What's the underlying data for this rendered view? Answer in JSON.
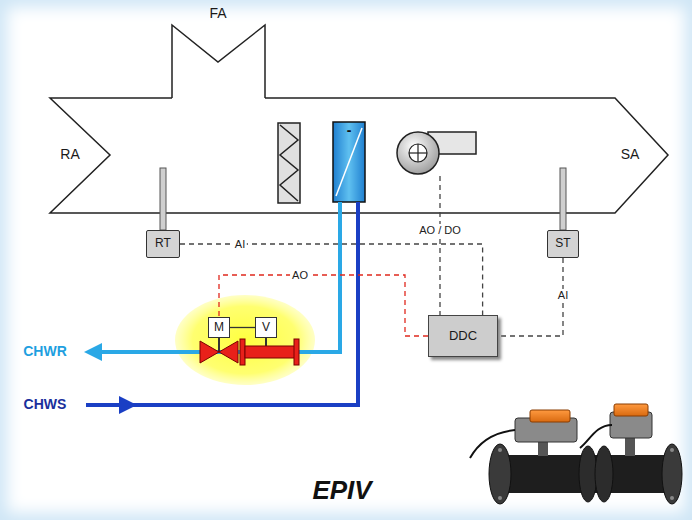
{
  "diagram": {
    "caption": "EPIV",
    "nodes": [
      {
        "text": [
          "RT"
        ]
      },
      {
        "text": [
          "ST"
        ]
      },
      {
        "text": [
          "M"
        ]
      },
      {
        "text": [
          "V"
        ]
      },
      {
        "text": [
          "DDC"
        ]
      }
    ],
    "edges": [
      {
        "from": 0,
        "to": 4,
        "arrow": "none",
        "label": "AI"
      },
      {
        "from": 1,
        "to": 4,
        "arrow": "none",
        "label": "AI"
      },
      {
        "from": 4,
        "to": 2,
        "arrow": "none",
        "label": "AO"
      },
      {
        "from": 2,
        "to": 3,
        "arrow": "none"
      }
    ],
    "labels": [
      "FA",
      "RA",
      "SA",
      "-",
      "AO / DO",
      "CHWR",
      "CHWS"
    ]
  }
}
